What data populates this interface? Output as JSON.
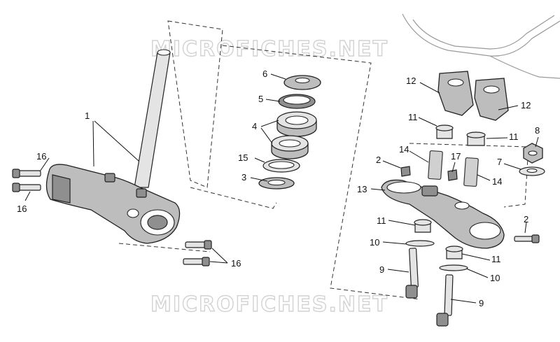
{
  "watermark": {
    "top": "MICROFICHES.NET",
    "bottom": "MICROFICHES.NET"
  },
  "callouts": [
    {
      "id": "c1",
      "text": "1"
    },
    {
      "id": "c2a",
      "text": "2"
    },
    {
      "id": "c2b",
      "text": "2"
    },
    {
      "id": "c3",
      "text": "3"
    },
    {
      "id": "c4",
      "text": "4"
    },
    {
      "id": "c5",
      "text": "5"
    },
    {
      "id": "c6",
      "text": "6"
    },
    {
      "id": "c7",
      "text": "7"
    },
    {
      "id": "c8",
      "text": "8"
    },
    {
      "id": "c9a",
      "text": "9"
    },
    {
      "id": "c9b",
      "text": "9"
    },
    {
      "id": "c10a",
      "text": "10"
    },
    {
      "id": "c10b",
      "text": "10"
    },
    {
      "id": "c11a",
      "text": "11"
    },
    {
      "id": "c11b",
      "text": "11"
    },
    {
      "id": "c11c",
      "text": "11"
    },
    {
      "id": "c11d",
      "text": "11"
    },
    {
      "id": "c12a",
      "text": "12"
    },
    {
      "id": "c12b",
      "text": "12"
    },
    {
      "id": "c13",
      "text": "13"
    },
    {
      "id": "c14a",
      "text": "14"
    },
    {
      "id": "c14b",
      "text": "14"
    },
    {
      "id": "c15",
      "text": "15"
    },
    {
      "id": "c16a",
      "text": "16"
    },
    {
      "id": "c16b",
      "text": "16"
    },
    {
      "id": "c16c",
      "text": "16"
    },
    {
      "id": "c17",
      "text": "17"
    }
  ]
}
